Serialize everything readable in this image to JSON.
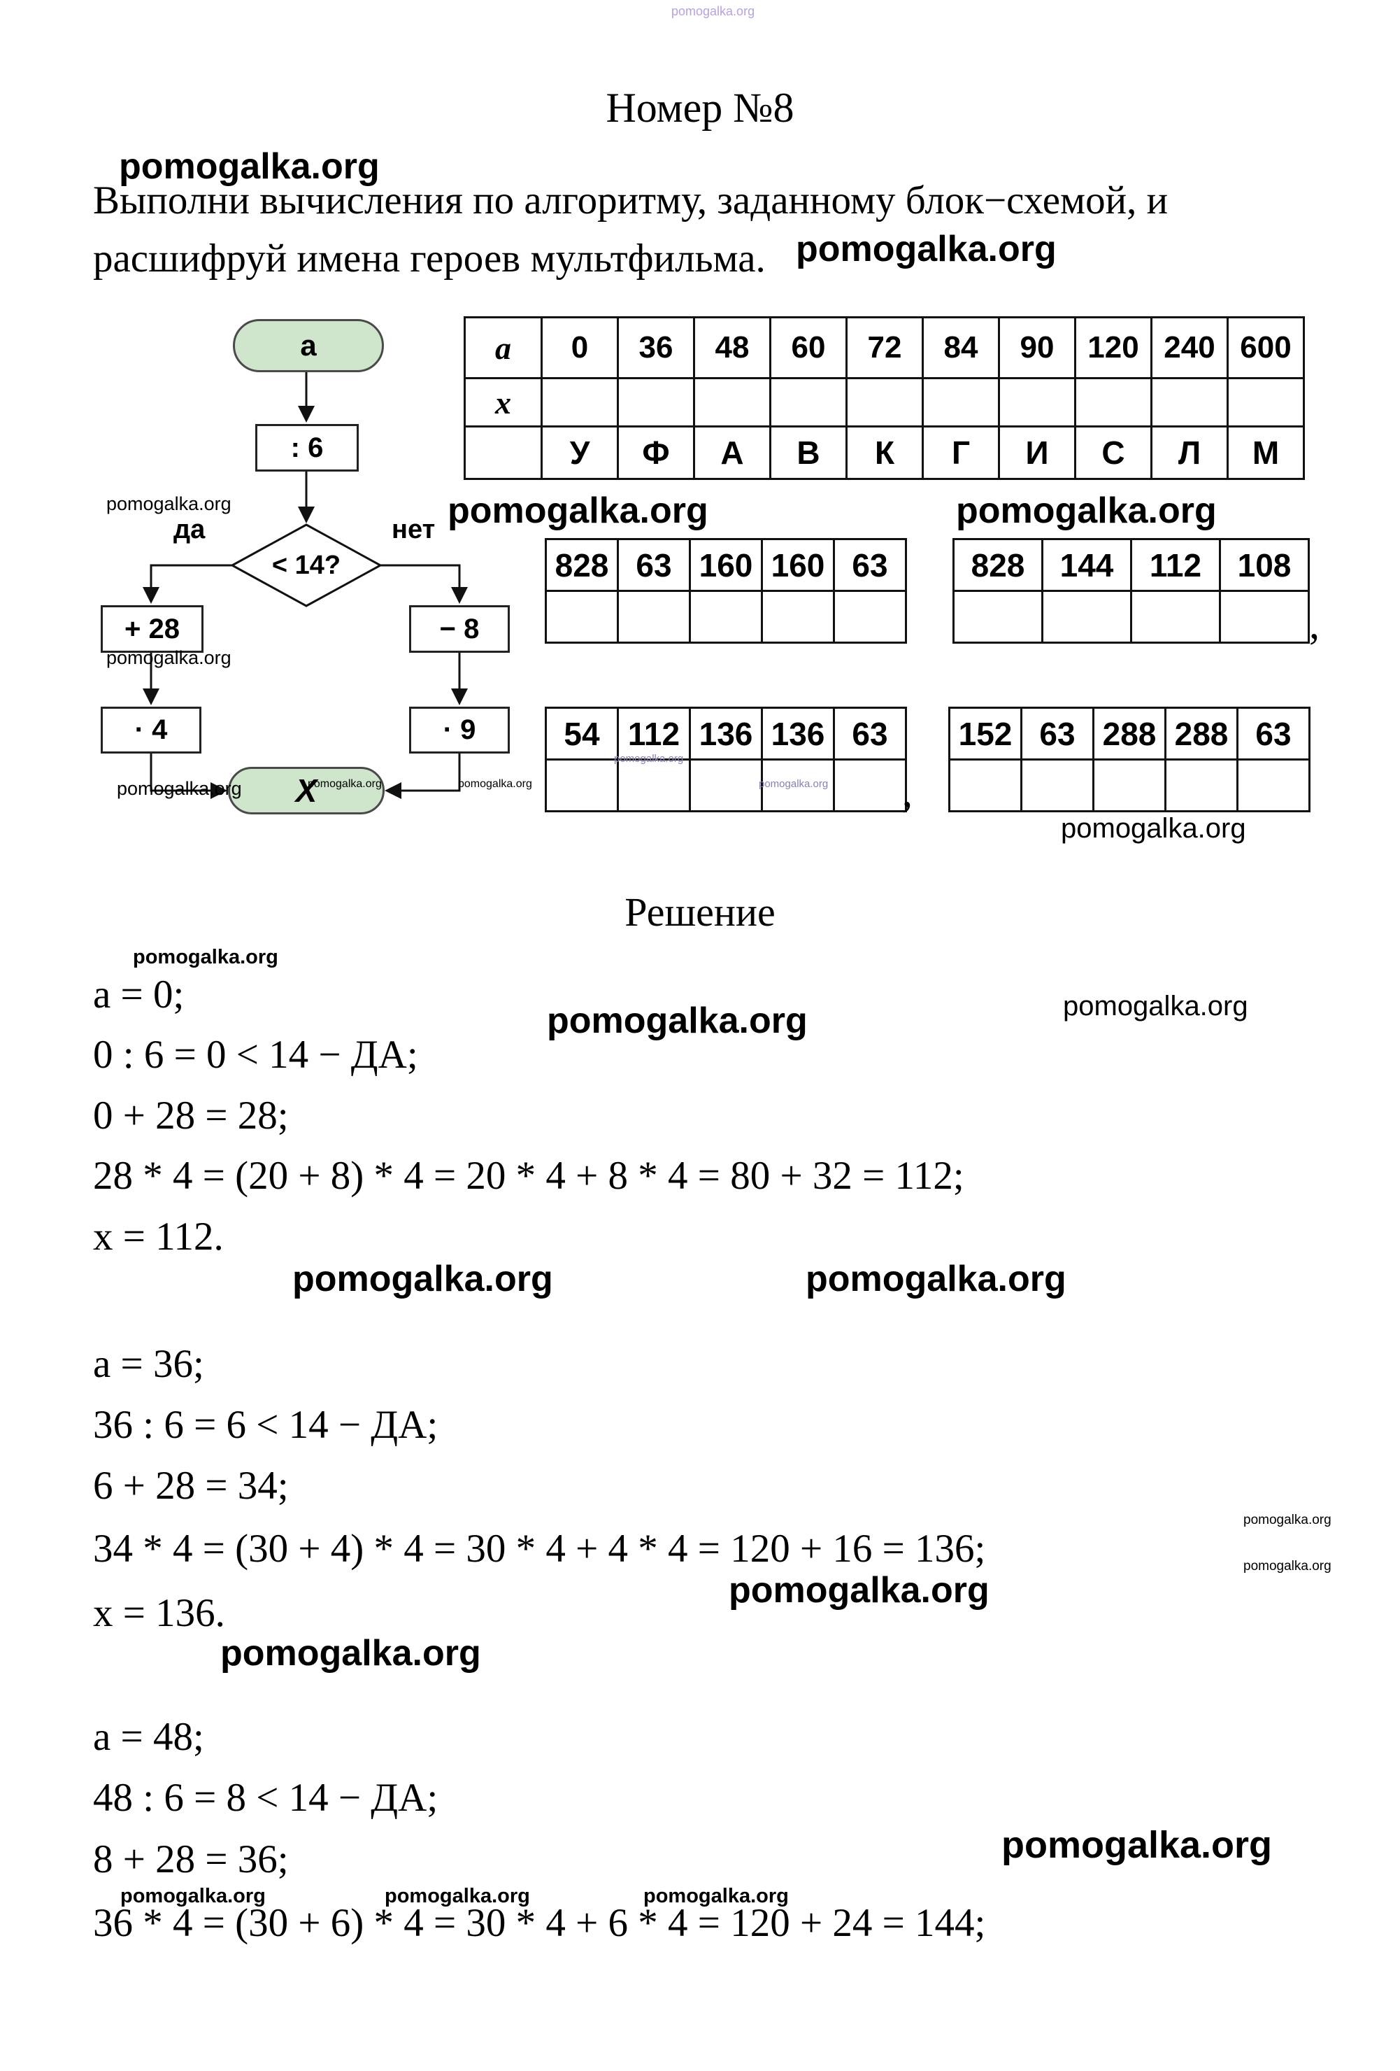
{
  "watermark": {
    "text": "pomogalka.org"
  },
  "header": {
    "title": "Номер №8"
  },
  "task": {
    "line1": "Выполни вычисления по алгоритму, заданному блок−схемой, и",
    "line2": "расшифруй имена героев мультфильма."
  },
  "flowchart": {
    "start_label": "a",
    "step_divide": ": 6",
    "condition": "< 14?",
    "branch_yes": "да",
    "branch_no": "нет",
    "step_add": "+ 28",
    "step_sub": "− 8",
    "step_mul4": "· 4",
    "step_mul9": "· 9",
    "end_label": "X"
  },
  "lookup_table": {
    "header_a": "a",
    "header_x": "x",
    "values": [
      "0",
      "36",
      "48",
      "60",
      "72",
      "84",
      "90",
      "120",
      "240",
      "600"
    ],
    "letters": [
      "У",
      "Ф",
      "А",
      "В",
      "К",
      "Г",
      "И",
      "С",
      "Л",
      "М"
    ]
  },
  "answer_tables": {
    "separator": ",",
    "t1": [
      "828",
      "63",
      "160",
      "160",
      "63"
    ],
    "t2": [
      "828",
      "144",
      "112",
      "108"
    ],
    "t3": [
      "54",
      "112",
      "136",
      "136",
      "63"
    ],
    "t4": [
      "152",
      "63",
      "288",
      "288",
      "63"
    ]
  },
  "solution": {
    "heading": "Решение",
    "lines": [
      "a = 0;",
      "0 : 6 = 0 < 14 − ДА;",
      "0 + 28 = 28;",
      "28 * 4 = (20 + 8) * 4 = 20 * 4 + 8 * 4 = 80 + 32 = 112;",
      "x = 112.",
      "a = 36;",
      "36 : 6 = 6 < 14 − ДА;",
      "6 + 28 = 34;",
      "34 * 4 = (30 + 4) * 4 = 30 * 4 + 4 * 4 = 120 + 16 = 136;",
      "x = 136.",
      "a = 48;",
      "48 : 6 = 8 < 14 − ДА;",
      "8 + 28 = 36;",
      "36 * 4 = (30 + 6) * 4 = 30 * 4 + 6 * 4 = 120 + 24 = 144;"
    ]
  }
}
